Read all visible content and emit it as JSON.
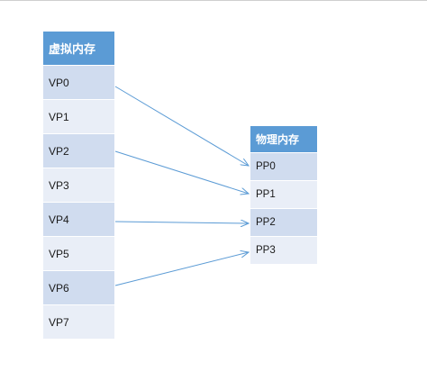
{
  "virtual_memory": {
    "title": "虚拟内存",
    "pages": [
      "VP0",
      "VP1",
      "VP2",
      "VP3",
      "VP4",
      "VP5",
      "VP6",
      "VP7"
    ]
  },
  "physical_memory": {
    "title": "物理内存",
    "pages": [
      "PP0",
      "PP1",
      "PP2",
      "PP3"
    ]
  },
  "mappings": [
    {
      "from": "VP0",
      "to": "PP0"
    },
    {
      "from": "VP2",
      "to": "PP1"
    },
    {
      "from": "VP4",
      "to": "PP2"
    },
    {
      "from": "VP6",
      "to": "PP3"
    }
  ],
  "colors": {
    "header": "#5b9bd5",
    "row_dark": "#d0dcef",
    "row_light": "#e9eef7",
    "arrow": "#5b9bd5"
  }
}
